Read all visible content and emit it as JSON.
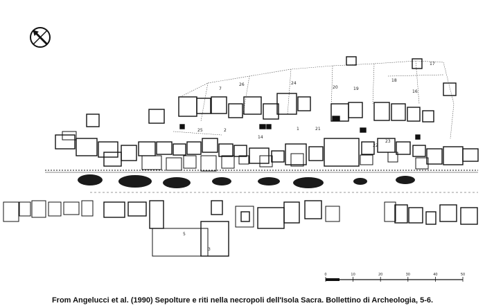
{
  "caption": "From Angelucci et al. (1990) Sepolture e riti nella necropoli dell'Isola Sacra. Bollettino di Archeologia, 5-6.",
  "north_symbol": "compass-north-arrow-icon",
  "scale_bar": {
    "ticks": [
      "0",
      "10",
      "20",
      "30",
      "40",
      "50"
    ]
  },
  "plot_labels": [
    "7",
    "26",
    "24",
    "20",
    "19",
    "18",
    "16",
    "17",
    "25",
    "2",
    "1",
    "21",
    "14",
    "22",
    "23",
    "5",
    "3"
  ],
  "colors": {
    "ink": "#111111",
    "ground": "#1a1a1a",
    "paper": "#ffffff"
  }
}
